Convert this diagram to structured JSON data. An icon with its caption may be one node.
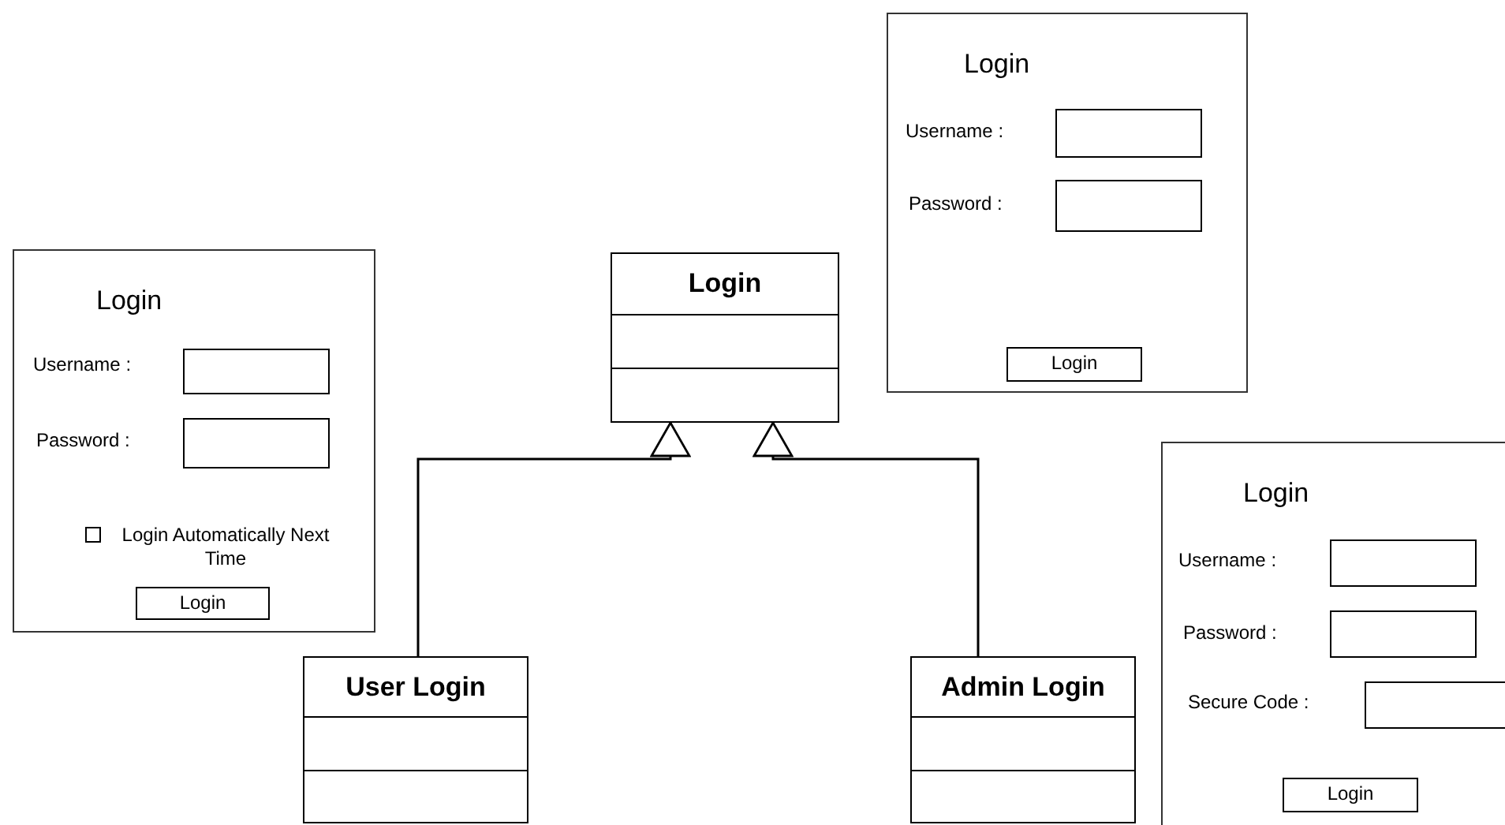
{
  "diagram": {
    "nodes": [
      {
        "text": [
          "Login"
        ]
      },
      {
        "text": [
          "User Login"
        ]
      },
      {
        "text": [
          "Admin Login"
        ]
      },
      {
        "text": [
          "Login",
          "Username :",
          "Password :",
          "Login Automatically Next Time"
        ]
      },
      {
        "text": [],
        "shape": "box",
        "in": 3
      },
      {
        "text": [],
        "shape": "box",
        "in": 3
      },
      {
        "text": [
          "Login"
        ],
        "in": 3
      },
      {
        "text": [
          "Login",
          "Username :",
          "Password :"
        ]
      },
      {
        "text": [],
        "shape": "box",
        "in": 7
      },
      {
        "text": [],
        "shape": "box",
        "in": 7
      },
      {
        "text": [
          "Login"
        ],
        "in": 7
      },
      {
        "text": [
          "Login",
          "Username :",
          "Password :",
          "Secure Code :"
        ]
      },
      {
        "text": [],
        "shape": "box",
        "in": 11
      },
      {
        "text": [],
        "shape": "box",
        "in": 11
      },
      {
        "text": [],
        "shape": "box",
        "in": 11
      },
      {
        "text": [
          "Login"
        ],
        "in": 11
      }
    ],
    "edges": [
      {
        "from": 1,
        "to": 0,
        "arrow": "to"
      },
      {
        "from": 2,
        "to": 0,
        "arrow": "to"
      }
    ]
  }
}
